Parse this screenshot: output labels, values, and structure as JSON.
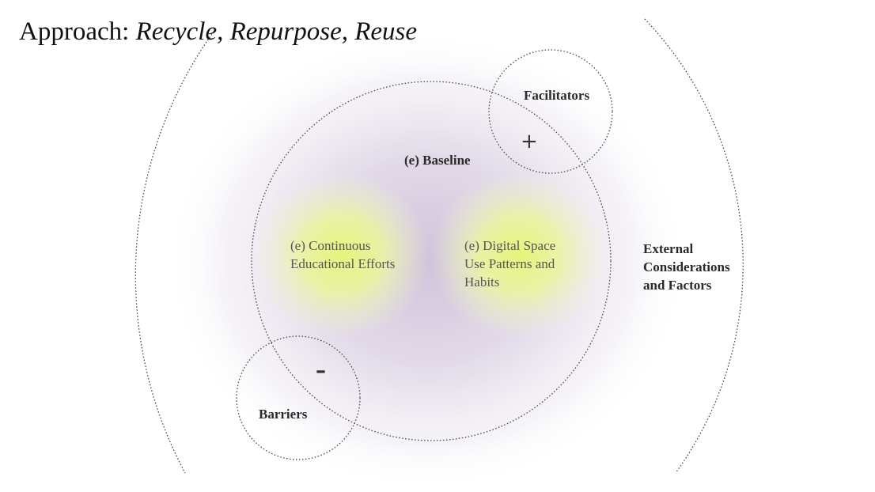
{
  "title": {
    "prefix": "Approach: ",
    "items": "Recycle, Repurpose, Reuse"
  },
  "labels": {
    "facilitators": "Facilitators",
    "plus": "+",
    "baseline": "(e) Baseline",
    "continuous_line1": "(e) Continuous",
    "continuous_line2": "Educational Efforts",
    "digital_line1": "(e) Digital Space",
    "digital_line2": "Use Patterns and",
    "digital_line3": "Habits",
    "external_line1": "External",
    "external_line2": "Considerations",
    "external_line3": "and Factors",
    "minus": "–",
    "barriers": "Barriers"
  },
  "colors": {
    "glow_purple": "#d8cee0",
    "glow_yellow": "#e6f58a",
    "line": "#444444"
  }
}
